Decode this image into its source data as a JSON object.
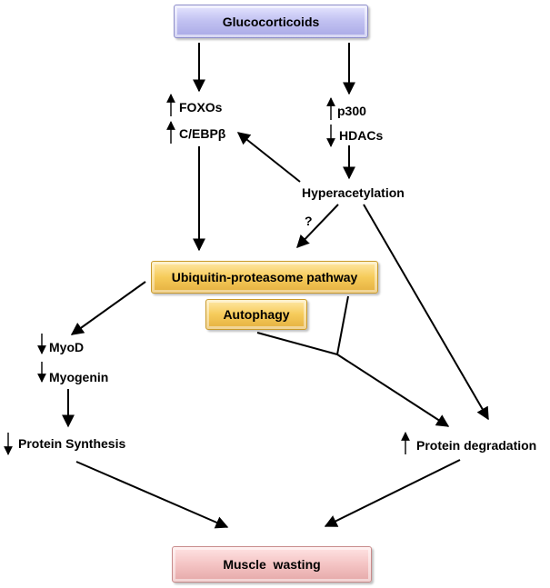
{
  "nodes": {
    "glucocorticoids": "Glucocorticoids",
    "foxos": "FOXOs",
    "cebp": "C/EBPβ",
    "p300": "p300",
    "hdacs": "HDACs",
    "hyperacetylation": "Hyperacetylation",
    "question": "?",
    "ups": "Ubiquitin-proteasome pathway",
    "autophagy": "Autophagy",
    "myod": "MyoD",
    "myogenin": "Myogenin",
    "protein_synthesis": "Protein Synthesis",
    "protein_degradation": "Protein degradation",
    "muscle_wasting": "Muscle  wasting"
  },
  "indicators": {
    "foxos": "up",
    "cebp": "up",
    "p300": "up",
    "hdacs": "down",
    "myod": "down",
    "myogenin": "down",
    "protein_synthesis": "down",
    "protein_degradation": "up"
  }
}
